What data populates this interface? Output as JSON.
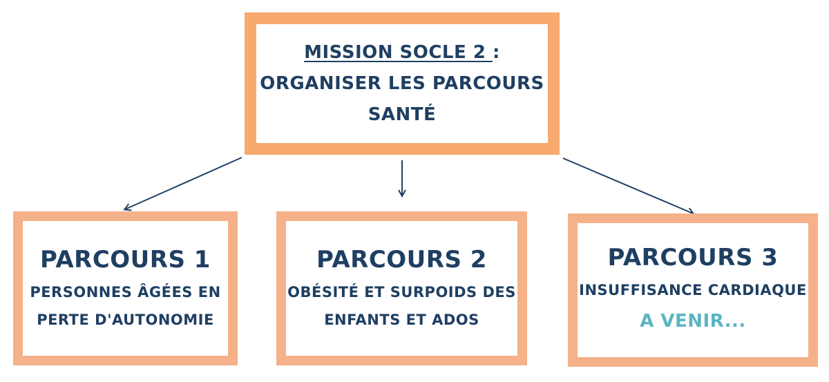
{
  "main": {
    "title_underlined": "MISSION SOCLE 2 ",
    "title_colon": ":",
    "line2": "ORGANISER LES PARCOURS",
    "line3": "SANTÉ"
  },
  "parcours": [
    {
      "title": "PARCOURS 1",
      "line1": "PERSONNES ÂGÉES EN",
      "line2": "PERTE D'AUTONOMIE"
    },
    {
      "title": "PARCOURS 2",
      "line1": "OBÉSITÉ ET SURPOIDS DES",
      "line2": "ENFANTS ET ADOS"
    },
    {
      "title": "PARCOURS 3",
      "line1": "INSUFFISANCE CARDIAQUE",
      "status": "A VENIR..."
    }
  ],
  "colors": {
    "text": "#1f3f62",
    "main_border": "#f7a96f",
    "child_border": "#f5b189",
    "upcoming": "#5bb5c2",
    "arrow": "#1f3f62"
  }
}
